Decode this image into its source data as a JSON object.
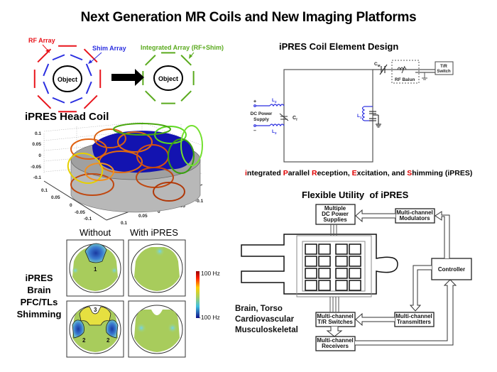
{
  "title": "Next Generation MR Coils and New Imaging Platforms",
  "concept": {
    "rf_array_label": "RF Array",
    "shim_array_label": "Shim Array",
    "integrated_label": "Integrated Array (RF+Shim)",
    "object_label": "Object",
    "colors": {
      "rf": "#e8141b",
      "shim": "#2a2ee0",
      "integrated": "#5aaa1e"
    }
  },
  "head_coil": {
    "title": "iPRES Head Coil",
    "z_ticks": [
      "0.1",
      "0.05",
      "0",
      "-0.05",
      "-0.1"
    ],
    "x_ticks": [
      "0.1",
      "0.05",
      "0",
      "-0.05",
      "-0.1"
    ],
    "y_ticks": [
      "0.1",
      "0.05",
      "0",
      "-0.05",
      "-0.1"
    ]
  },
  "shimming": {
    "side_label": [
      "iPRES",
      "Brain",
      "PFC/TLs",
      "Shimming"
    ],
    "col_without": "Without",
    "col_with": "With iPRES",
    "region_labels": [
      "1",
      "3",
      "2",
      "2"
    ],
    "colorbar_max": "100 Hz",
    "colorbar_min": "-100 Hz"
  },
  "coil_design": {
    "title": "iPRES Coil Element Design",
    "cm_label": "C",
    "cm_sub": "M",
    "cf_label": "C",
    "cf_sub": "f",
    "l1_label": "L",
    "l1_sub": "1",
    "l2_label": "L",
    "l2_sub": "2",
    "dc_power_supply": [
      "DC Power",
      "Supply"
    ],
    "plus": "+",
    "minus": "–",
    "rf_balun": "RF Balun",
    "tr_switch": [
      "T/R",
      "Switch"
    ]
  },
  "acronym": {
    "parts": [
      {
        "text": "i",
        "red": true
      },
      {
        "text": "ntegrated ",
        "red": false
      },
      {
        "text": "P",
        "red": true
      },
      {
        "text": "arallel ",
        "red": false
      },
      {
        "text": "R",
        "red": true
      },
      {
        "text": "eception, ",
        "red": false
      },
      {
        "text": "E",
        "red": true
      },
      {
        "text": "xcitation, and ",
        "red": false
      },
      {
        "text": "S",
        "red": true
      },
      {
        "text": "himming (iPRES)",
        "red": false
      }
    ]
  },
  "flexible": {
    "title": "Flexible Utility  of iPRES",
    "dc_supplies": [
      "Multiple",
      "DC Power",
      "Supplies"
    ],
    "modulators": [
      "Multi-channel",
      "Modulators"
    ],
    "controller": "Controller",
    "tr_switches": [
      "Multi-channel",
      "T/R Switches"
    ],
    "transmitters": [
      "Multi-channel",
      "Transmitters"
    ],
    "receivers": [
      "Multi-channel",
      "Receivers"
    ],
    "applications": [
      "Brain, Torso",
      "Cardiovascular",
      "Musculoskeletal"
    ]
  }
}
